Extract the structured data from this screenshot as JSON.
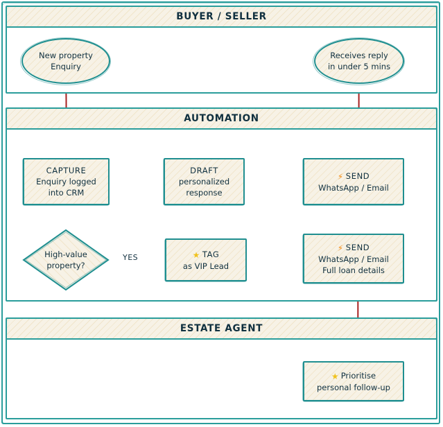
{
  "diagram": {
    "type": "swimlane-flowchart",
    "style": "hand-drawn-sketch",
    "colors": {
      "lane_border": "#2a9d9b",
      "node_border": "#1f8f90",
      "node_fill": "#f7f2e6",
      "arrow": "#a82020",
      "text": "#10303f",
      "bolt_icon": "#f5901e",
      "star_icon": "#f0c21e",
      "background": "#ffffff"
    }
  },
  "lanes": [
    {
      "id": "buyer-seller",
      "title": "BUYER / SELLER"
    },
    {
      "id": "automation",
      "title": "AUTOMATION"
    },
    {
      "id": "estate-agent",
      "title": "ESTATE AGENT"
    }
  ],
  "nodes": {
    "new_enquiry": {
      "shape": "oval",
      "lane": "buyer-seller",
      "lines": [
        "New property",
        "Enquiry"
      ]
    },
    "receives_reply": {
      "shape": "oval",
      "lane": "buyer-seller",
      "lines": [
        "Receives reply",
        "in under 5 mins"
      ]
    },
    "capture": {
      "shape": "box",
      "lane": "automation",
      "heading": "CAPTURE",
      "lines": [
        "Enquiry logged",
        "into CRM"
      ]
    },
    "draft": {
      "shape": "box",
      "lane": "automation",
      "heading": "DRAFT",
      "lines": [
        "personalized",
        "response"
      ]
    },
    "send_1": {
      "shape": "box",
      "lane": "automation",
      "icon": "bolt-icon",
      "icon_glyph": "⚡",
      "heading": "SEND",
      "lines": [
        "WhatsApp / Email"
      ]
    },
    "decision": {
      "shape": "diamond",
      "lane": "automation",
      "lines": [
        "High-value",
        "property?"
      ]
    },
    "tag_vip": {
      "shape": "box",
      "lane": "automation",
      "icon": "star-icon",
      "icon_glyph": "★",
      "heading": "TAG",
      "lines": [
        "as VIP Lead"
      ]
    },
    "send_2": {
      "shape": "box",
      "lane": "automation",
      "icon": "bolt-icon",
      "icon_glyph": "⚡",
      "heading": "SEND",
      "lines": [
        "WhatsApp / Email",
        "Full loan details"
      ]
    },
    "prioritise": {
      "shape": "box",
      "lane": "estate-agent",
      "icon": "star-icon",
      "icon_glyph": "★",
      "heading": "Prioritise",
      "lines": [
        "personal follow-up"
      ]
    }
  },
  "edges": [
    {
      "from": "new_enquiry",
      "to": "capture",
      "label": ""
    },
    {
      "from": "capture",
      "to": "draft",
      "label": ""
    },
    {
      "from": "draft",
      "to": "send_1",
      "label": ""
    },
    {
      "from": "send_1",
      "to": "receives_reply",
      "label": ""
    },
    {
      "from": "capture",
      "to": "decision",
      "label": ""
    },
    {
      "from": "decision",
      "to": "tag_vip",
      "label": "YES"
    },
    {
      "from": "tag_vip",
      "to": "send_2",
      "label": ""
    },
    {
      "from": "send_2",
      "to": "prioritise",
      "label": ""
    }
  ]
}
